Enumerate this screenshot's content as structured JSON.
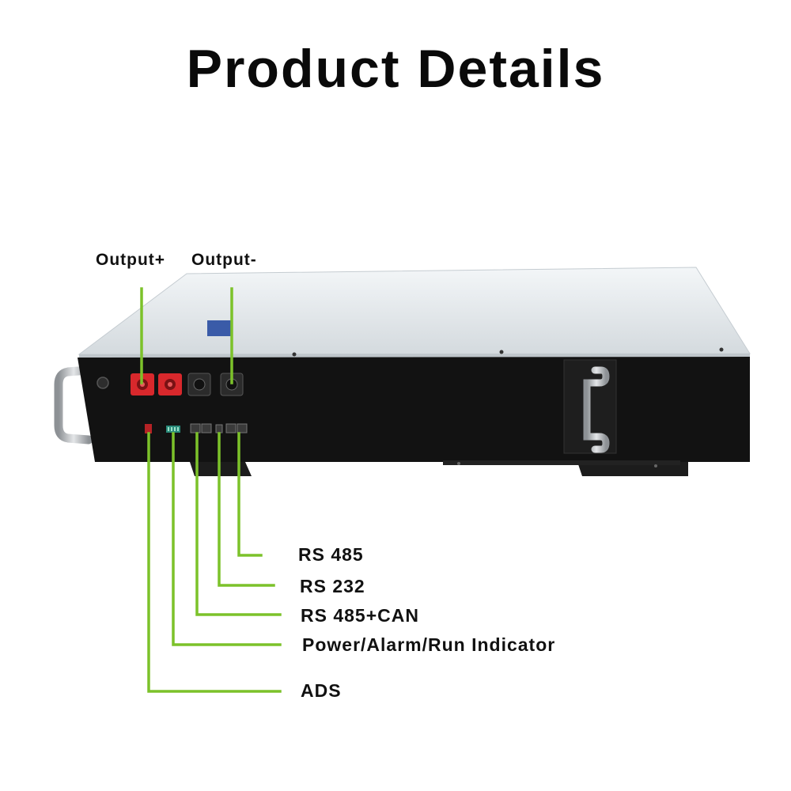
{
  "page": {
    "title": "Product Details"
  },
  "labels": {
    "output_positive": "Output+",
    "output_negative": "Output-",
    "rs485": "RS 485",
    "rs232": "RS 232",
    "rs485_can": "RS 485+CAN",
    "indicator": "Power/Alarm/Run Indicator",
    "ads": "ADS"
  },
  "colors": {
    "background": "#ffffff",
    "title": "#0a0a0a",
    "callout_line": "#7cc22a",
    "case_top": "#dde3e7",
    "front_panel": "#121212",
    "terminal_positive": "#d8282c",
    "terminal_negative": "#2b2b2b",
    "handle": "#b8bcc0"
  },
  "icons": {
    "positive_terminal": "red-connector-icon",
    "negative_terminal": "black-connector-icon",
    "data_port": "rj45-port-icon",
    "handle": "handle-icon"
  }
}
